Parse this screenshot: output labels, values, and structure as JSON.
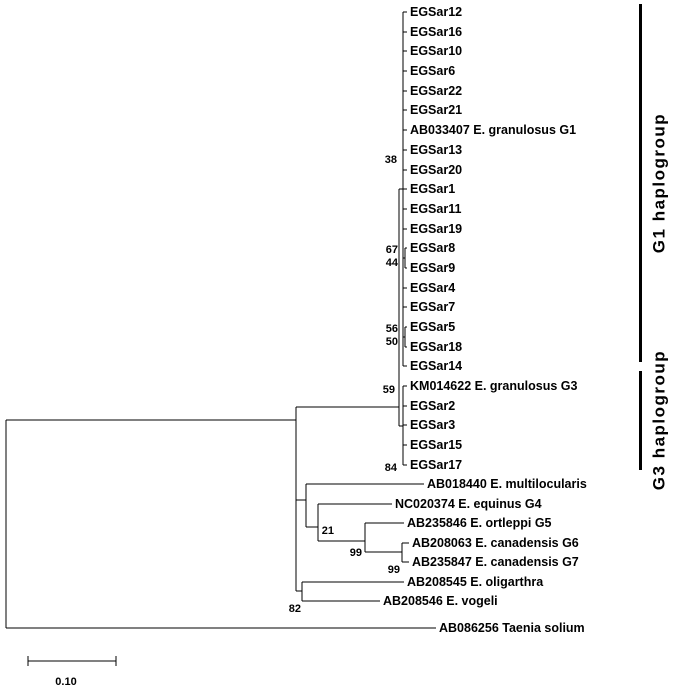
{
  "tree": {
    "type": "phylogenetic-tree",
    "background": "#ffffff",
    "line_color": "#000000",
    "tips": [
      "EGSar12",
      "EGSar16",
      "EGSar10",
      "EGSar6",
      "EGSar22",
      "EGSar21",
      "AB033407 E. granulosus G1",
      "EGSar13",
      "EGSar20",
      "EGSar1",
      "EGSar11",
      "EGSar19",
      "EGSar8",
      "EGSar9",
      "EGSar4",
      "EGSar7",
      "EGSar5",
      "EGSar18",
      "EGSar14",
      "KM014622 E. granulosus G3",
      "EGSar2",
      "EGSar3",
      "EGSar15",
      "EGSar17",
      "AB018440 E. multilocularis",
      "NC020374 E. equinus G4",
      "AB235846 E. ortleppi G5",
      "AB208063 E. canadensis G6",
      "AB235847 E. canadensis G7",
      "AB208545 E. oligarthra",
      "AB208546 E. vogeli",
      "AB086256 Taenia solium"
    ],
    "bootstrap_values": [
      "38",
      "67",
      "44",
      "56",
      "50",
      "59",
      "84",
      "21",
      "99",
      "99",
      "82"
    ],
    "group_labels": [
      "G1 haplogroup",
      "G3 haplogroup"
    ],
    "scale_bar_label": "0.10"
  }
}
